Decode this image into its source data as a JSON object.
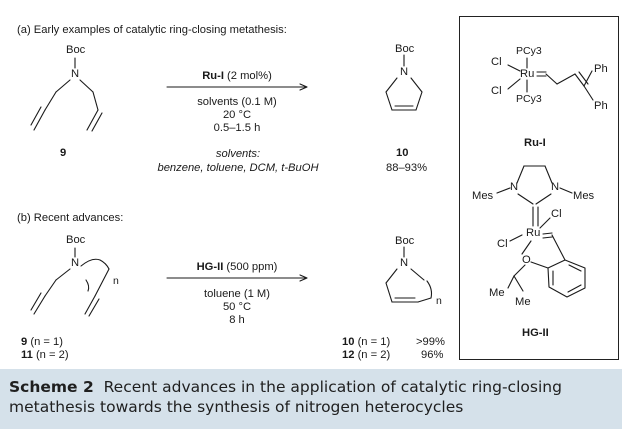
{
  "scheme": {
    "part_a": {
      "heading": "(a) Early examples of catalytic ring-closing metathesis:",
      "sm_group": "Boc",
      "sm_atom": "N",
      "sm_number": "9",
      "catalyst": "Ru-I",
      "loading": "(2 mol%)",
      "conditions": [
        "solvents (0.1 M)",
        "20 °C",
        "0.5–1.5 h"
      ],
      "product_group": "Boc",
      "product_atom": "N",
      "product_number": "10",
      "solvents_label": "solvents:",
      "solvents_list": "benzene, toluene, DCM, t-BuOH",
      "yield": "88–93%"
    },
    "part_b": {
      "heading": "(b) Recent advances:",
      "sm_group": "Boc",
      "sm_atom": "N",
      "n_label": "n",
      "catalyst": "HG-II",
      "loading": "(500 ppm)",
      "conditions": [
        "toluene (1 M)",
        "50 °C",
        "8 h"
      ],
      "product_group": "Boc",
      "product_atom": "N",
      "sm_rows": [
        {
          "number": "9",
          "note": "(n = 1)"
        },
        {
          "number": "11",
          "note": "(n = 2)"
        }
      ],
      "product_rows": [
        {
          "number": "10",
          "note": "(n = 1)",
          "yield": ">99%"
        },
        {
          "number": "12",
          "note": "(n = 2)",
          "yield": "96%"
        }
      ]
    },
    "box": {
      "ru1": {
        "cl_top": "Cl",
        "cl_bottom": "Cl",
        "metal": "Ru",
        "pcy_top": "PCy3",
        "pcy_bottom": "PCy3",
        "ph_top": "Ph",
        "ph_bottom": "Ph",
        "label": "Ru-I"
      },
      "hg2": {
        "n_left": "N",
        "n_right": "N",
        "mes_left": "Mes",
        "mes_right": "Mes",
        "cl_top": "Cl",
        "cl_left": "Cl",
        "metal": "Ru",
        "oxygen": "O",
        "me_left": "Me",
        "me_bottom": "Me",
        "label": "HG-II"
      }
    }
  },
  "caption": {
    "label": "Scheme 2",
    "text": "Recent advances in the application of catalytic ring-closing metathesis towards the synthesis of nitrogen heterocycles"
  },
  "colors": {
    "caption_bg": "#d5e1ea",
    "ink": "#1a1a1a"
  }
}
